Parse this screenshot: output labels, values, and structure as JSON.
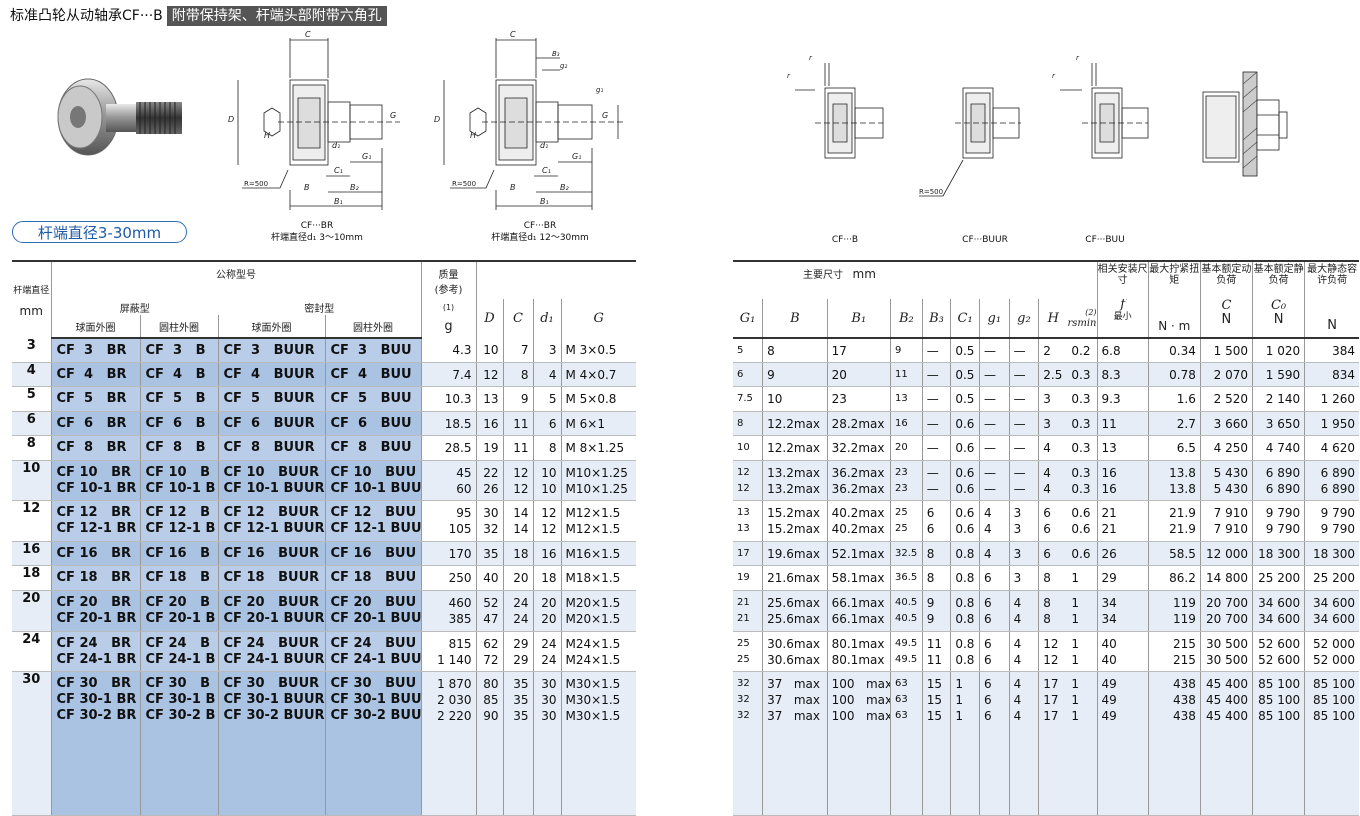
{
  "title": {
    "main": "标准凸轮从动轴承CF···B",
    "sub": "附带保持架、杆端头部附带六角孔"
  },
  "captions": {
    "br_small": {
      "name": "CF···BR",
      "desc": "杆端直径d₁ 3～10mm"
    },
    "br_large": {
      "name": "CF···BR",
      "desc": "杆端直径d₁ 12～30mm"
    },
    "b": "CF···B",
    "buur": "CF···BUUR",
    "buu": "CF···BUU"
  },
  "drawing_labels": {
    "r500": "R=500",
    "C": "C",
    "D": "D",
    "H": "H",
    "d1": "d₁",
    "G": "G",
    "G1": "G₁",
    "C1": "C₁",
    "B": "B",
    "B1": "B₁",
    "B2": "B₂",
    "B3": "B₃",
    "g1": "g₁",
    "g2": "g₂",
    "r": "r"
  },
  "range_label": "杆端直径3-30mm",
  "left_header": {
    "nominal": "公称型号",
    "shield": "屏蔽型",
    "seal": "密封型",
    "ball": "球面外圈",
    "cyl": "圆柱外圈",
    "shaft_dia": "杆端直径",
    "mm": "mm",
    "mass": "质量",
    "ref": "(参考)",
    "g": "g",
    "note1": "(1)",
    "D": "D",
    "C": "C",
    "d1": "d₁",
    "G": "G"
  },
  "right_header": {
    "main_dims": "主要尺寸",
    "mm": "mm",
    "G1": "G₁",
    "B": "B",
    "B1": "B₁",
    "B2": "B₂",
    "B3": "B₃",
    "C1": "C₁",
    "g1": "g₁",
    "g2": "g₂",
    "H": "H",
    "note2": "(2)",
    "rsmin": "rsmin",
    "install": "相关安装尺寸",
    "f": "f",
    "min": "最小",
    "torque": "最大拧紧扭矩",
    "nm": "N · m",
    "dyn": "基本额定动负荷",
    "dynsym": "C",
    "stat": "基本额定静负荷",
    "statsym": "C₀",
    "maxstat": "最大静态容许负荷",
    "N": "N"
  },
  "groups": [
    {
      "size": "3",
      "models": [
        [
          "CF  3   BR",
          "CF  3   B",
          "CF  3   BUUR",
          "CF  3   BUU"
        ]
      ],
      "mass": [
        "4.3"
      ],
      "D": [
        "10"
      ],
      "C": [
        "7"
      ],
      "d1": [
        "3"
      ],
      "G": [
        "M  3×0.5"
      ],
      "right": [
        [
          "5",
          "8",
          "17",
          "9",
          "—",
          "0.5",
          "—",
          "—",
          "2",
          "0.2",
          "6.8",
          "0.34",
          "1 500",
          "1 020",
          "384"
        ]
      ]
    },
    {
      "size": "4",
      "models": [
        [
          "CF  4   BR",
          "CF  4   B",
          "CF  4   BUUR",
          "CF  4   BUU"
        ]
      ],
      "mass": [
        "7.4"
      ],
      "D": [
        "12"
      ],
      "C": [
        "8"
      ],
      "d1": [
        "4"
      ],
      "G": [
        "M  4×0.7"
      ],
      "right": [
        [
          "6",
          "9",
          "20",
          "11",
          "—",
          "0.5",
          "—",
          "—",
          "2.5",
          "0.3",
          "8.3",
          "0.78",
          "2 070",
          "1 590",
          "834"
        ]
      ]
    },
    {
      "size": "5",
      "models": [
        [
          "CF  5   BR",
          "CF  5   B",
          "CF  5   BUUR",
          "CF  5   BUU"
        ]
      ],
      "mass": [
        "10.3"
      ],
      "D": [
        "13"
      ],
      "C": [
        "9"
      ],
      "d1": [
        "5"
      ],
      "G": [
        "M  5×0.8"
      ],
      "right": [
        [
          "7.5",
          "10",
          "23",
          "13",
          "—",
          "0.5",
          "—",
          "—",
          "3",
          "0.3",
          "9.3",
          "1.6",
          "2 520",
          "2 140",
          "1 260"
        ]
      ]
    },
    {
      "size": "6",
      "models": [
        [
          "CF  6   BR",
          "CF  6   B",
          "CF  6   BUUR",
          "CF  6   BUU"
        ]
      ],
      "mass": [
        "18.5"
      ],
      "D": [
        "16"
      ],
      "C": [
        "11"
      ],
      "d1": [
        "6"
      ],
      "G": [
        "M  6×1"
      ],
      "right": [
        [
          "8",
          "12.2max",
          "28.2max",
          "16",
          "—",
          "0.6",
          "—",
          "—",
          "3",
          "0.3",
          "11",
          "2.7",
          "3 660",
          "3 650",
          "1 950"
        ]
      ]
    },
    {
      "size": "8",
      "models": [
        [
          "CF  8   BR",
          "CF  8   B",
          "CF  8   BUUR",
          "CF  8   BUU"
        ]
      ],
      "mass": [
        "28.5"
      ],
      "D": [
        "19"
      ],
      "C": [
        "11"
      ],
      "d1": [
        "8"
      ],
      "G": [
        "M  8×1.25"
      ],
      "right": [
        [
          "10",
          "12.2max",
          "32.2max",
          "20",
          "—",
          "0.6",
          "—",
          "—",
          "4",
          "0.3",
          "13",
          "6.5",
          "4 250",
          "4 740",
          "4 620"
        ]
      ]
    },
    {
      "size": "10",
      "models": [
        [
          "CF 10   BR",
          "CF 10   B",
          "CF 10   BUUR",
          "CF 10   BUU"
        ],
        [
          "CF 10-1 BR",
          "CF 10-1 B",
          "CF 10-1 BUUR",
          "CF 10-1 BUU"
        ]
      ],
      "mass": [
        "45",
        "60"
      ],
      "D": [
        "22",
        "26"
      ],
      "C": [
        "12",
        "12"
      ],
      "d1": [
        "10",
        "10"
      ],
      "G": [
        "M10×1.25",
        "M10×1.25"
      ],
      "right": [
        [
          "12",
          "13.2max",
          "36.2max",
          "23",
          "—",
          "0.6",
          "—",
          "—",
          "4",
          "0.3",
          "16",
          "13.8",
          "5 430",
          "6 890",
          "6 890"
        ],
        [
          "12",
          "13.2max",
          "36.2max",
          "23",
          "—",
          "0.6",
          "—",
          "—",
          "4",
          "0.3",
          "16",
          "13.8",
          "5 430",
          "6 890",
          "6 890"
        ]
      ]
    },
    {
      "size": "12",
      "models": [
        [
          "CF 12   BR",
          "CF 12   B",
          "CF 12   BUUR",
          "CF 12   BUU"
        ],
        [
          "CF 12-1 BR",
          "CF 12-1 B",
          "CF 12-1 BUUR",
          "CF 12-1 BUU"
        ]
      ],
      "mass": [
        "95",
        "105"
      ],
      "D": [
        "30",
        "32"
      ],
      "C": [
        "14",
        "14"
      ],
      "d1": [
        "12",
        "12"
      ],
      "G": [
        "M12×1.5",
        "M12×1.5"
      ],
      "right": [
        [
          "13",
          "15.2max",
          "40.2max",
          "25",
          "6",
          "0.6",
          "4",
          "3",
          "6",
          "0.6",
          "21",
          "21.9",
          "7 910",
          "9 790",
          "9 790"
        ],
        [
          "13",
          "15.2max",
          "40.2max",
          "25",
          "6",
          "0.6",
          "4",
          "3",
          "6",
          "0.6",
          "21",
          "21.9",
          "7 910",
          "9 790",
          "9 790"
        ]
      ]
    },
    {
      "size": "16",
      "models": [
        [
          "CF 16   BR",
          "CF 16   B",
          "CF 16   BUUR",
          "CF 16   BUU"
        ]
      ],
      "mass": [
        "170"
      ],
      "D": [
        "35"
      ],
      "C": [
        "18"
      ],
      "d1": [
        "16"
      ],
      "G": [
        "M16×1.5"
      ],
      "right": [
        [
          "17",
          "19.6max",
          "52.1max",
          "32.5",
          "8",
          "0.8",
          "4",
          "3",
          "6",
          "0.6",
          "26",
          "58.5",
          "12 000",
          "18 300",
          "18 300"
        ]
      ]
    },
    {
      "size": "18",
      "models": [
        [
          "CF 18   BR",
          "CF 18   B",
          "CF 18   BUUR",
          "CF 18   BUU"
        ]
      ],
      "mass": [
        "250"
      ],
      "D": [
        "40"
      ],
      "C": [
        "20"
      ],
      "d1": [
        "18"
      ],
      "G": [
        "M18×1.5"
      ],
      "right": [
        [
          "19",
          "21.6max",
          "58.1max",
          "36.5",
          "8",
          "0.8",
          "6",
          "3",
          "8",
          "1",
          "29",
          "86.2",
          "14 800",
          "25 200",
          "25 200"
        ]
      ]
    },
    {
      "size": "20",
      "models": [
        [
          "CF 20   BR",
          "CF 20   B",
          "CF 20   BUUR",
          "CF 20   BUU"
        ],
        [
          "CF 20-1 BR",
          "CF 20-1 B",
          "CF 20-1 BUUR",
          "CF 20-1 BUU"
        ]
      ],
      "mass": [
        "460",
        "385"
      ],
      "D": [
        "52",
        "47"
      ],
      "C": [
        "24",
        "24"
      ],
      "d1": [
        "20",
        "20"
      ],
      "G": [
        "M20×1.5",
        "M20×1.5"
      ],
      "right": [
        [
          "21",
          "25.6max",
          "66.1max",
          "40.5",
          "9",
          "0.8",
          "6",
          "4",
          "8",
          "1",
          "34",
          "119",
          "20 700",
          "34 600",
          "34 600"
        ],
        [
          "21",
          "25.6max",
          "66.1max",
          "40.5",
          "9",
          "0.8",
          "6",
          "4",
          "8",
          "1",
          "34",
          "119",
          "20 700",
          "34 600",
          "34 600"
        ]
      ]
    },
    {
      "size": "24",
      "models": [
        [
          "CF 24   BR",
          "CF 24   B",
          "CF 24   BUUR",
          "CF 24   BUU"
        ],
        [
          "CF 24-1 BR",
          "CF 24-1 B",
          "CF 24-1 BUUR",
          "CF 24-1 BUU"
        ]
      ],
      "mass": [
        "815",
        "1 140"
      ],
      "D": [
        "62",
        "72"
      ],
      "C": [
        "29",
        "29"
      ],
      "d1": [
        "24",
        "24"
      ],
      "G": [
        "M24×1.5",
        "M24×1.5"
      ],
      "right": [
        [
          "25",
          "30.6max",
          "80.1max",
          "49.5",
          "11",
          "0.8",
          "6",
          "4",
          "12",
          "1",
          "40",
          "215",
          "30 500",
          "52 600",
          "52 000"
        ],
        [
          "25",
          "30.6max",
          "80.1max",
          "49.5",
          "11",
          "0.8",
          "6",
          "4",
          "12",
          "1",
          "40",
          "215",
          "30 500",
          "52 600",
          "52 000"
        ]
      ]
    },
    {
      "size": "30",
      "models": [
        [
          "CF 30   BR",
          "CF 30   B",
          "CF 30   BUUR",
          "CF 30   BUU"
        ],
        [
          "CF 30-1 BR",
          "CF 30-1 B",
          "CF 30-1 BUUR",
          "CF 30-1 BUU"
        ],
        [
          "CF 30-2 BR",
          "CF 30-2 B",
          "CF 30-2 BUUR",
          "CF 30-2 BUU"
        ]
      ],
      "mass": [
        "1 870",
        "2 030",
        "2 220"
      ],
      "D": [
        "80",
        "85",
        "90"
      ],
      "C": [
        "35",
        "35",
        "35"
      ],
      "d1": [
        "30",
        "30",
        "30"
      ],
      "G": [
        "M30×1.5",
        "M30×1.5",
        "M30×1.5"
      ],
      "right": [
        [
          "32",
          "37   max",
          "100   max",
          "63",
          "15",
          "1",
          "6",
          "4",
          "17",
          "1",
          "49",
          "438",
          "45 400",
          "85 100",
          "85 100"
        ],
        [
          "32",
          "37   max",
          "100   max",
          "63",
          "15",
          "1",
          "6",
          "4",
          "17",
          "1",
          "49",
          "438",
          "45 400",
          "85 100",
          "85 100"
        ],
        [
          "32",
          "37   max",
          "100   max",
          "63",
          "15",
          "1",
          "6",
          "4",
          "17",
          "1",
          "49",
          "438",
          "45 400",
          "85 100",
          "85 100"
        ]
      ]
    }
  ]
}
